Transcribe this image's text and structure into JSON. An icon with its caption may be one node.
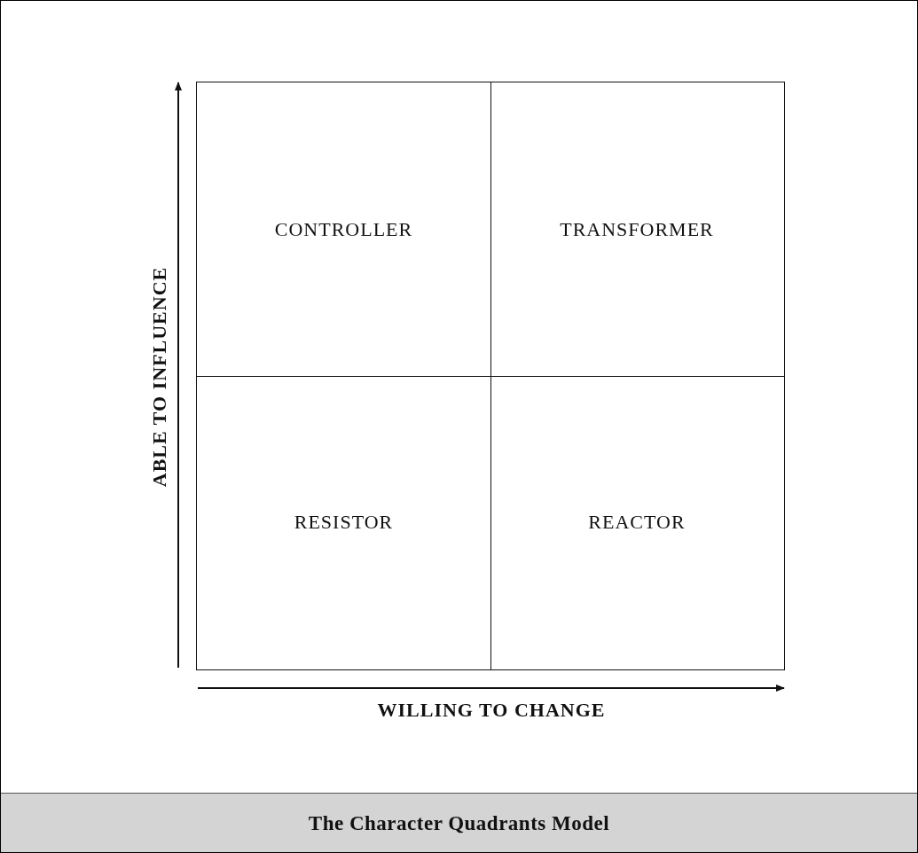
{
  "diagram": {
    "caption": "The Character Quadrants Model",
    "nodes": [
      {
        "text": [
          "CONTROLLER"
        ]
      },
      {
        "text": [
          "TRANSFORMER"
        ]
      },
      {
        "text": [
          "RESISTOR"
        ]
      },
      {
        "text": [
          "REACTOR"
        ]
      }
    ],
    "edges": [],
    "labels": [
      "ABLE TO INFLUENCE",
      "WILLING TO CHANGE"
    ]
  }
}
